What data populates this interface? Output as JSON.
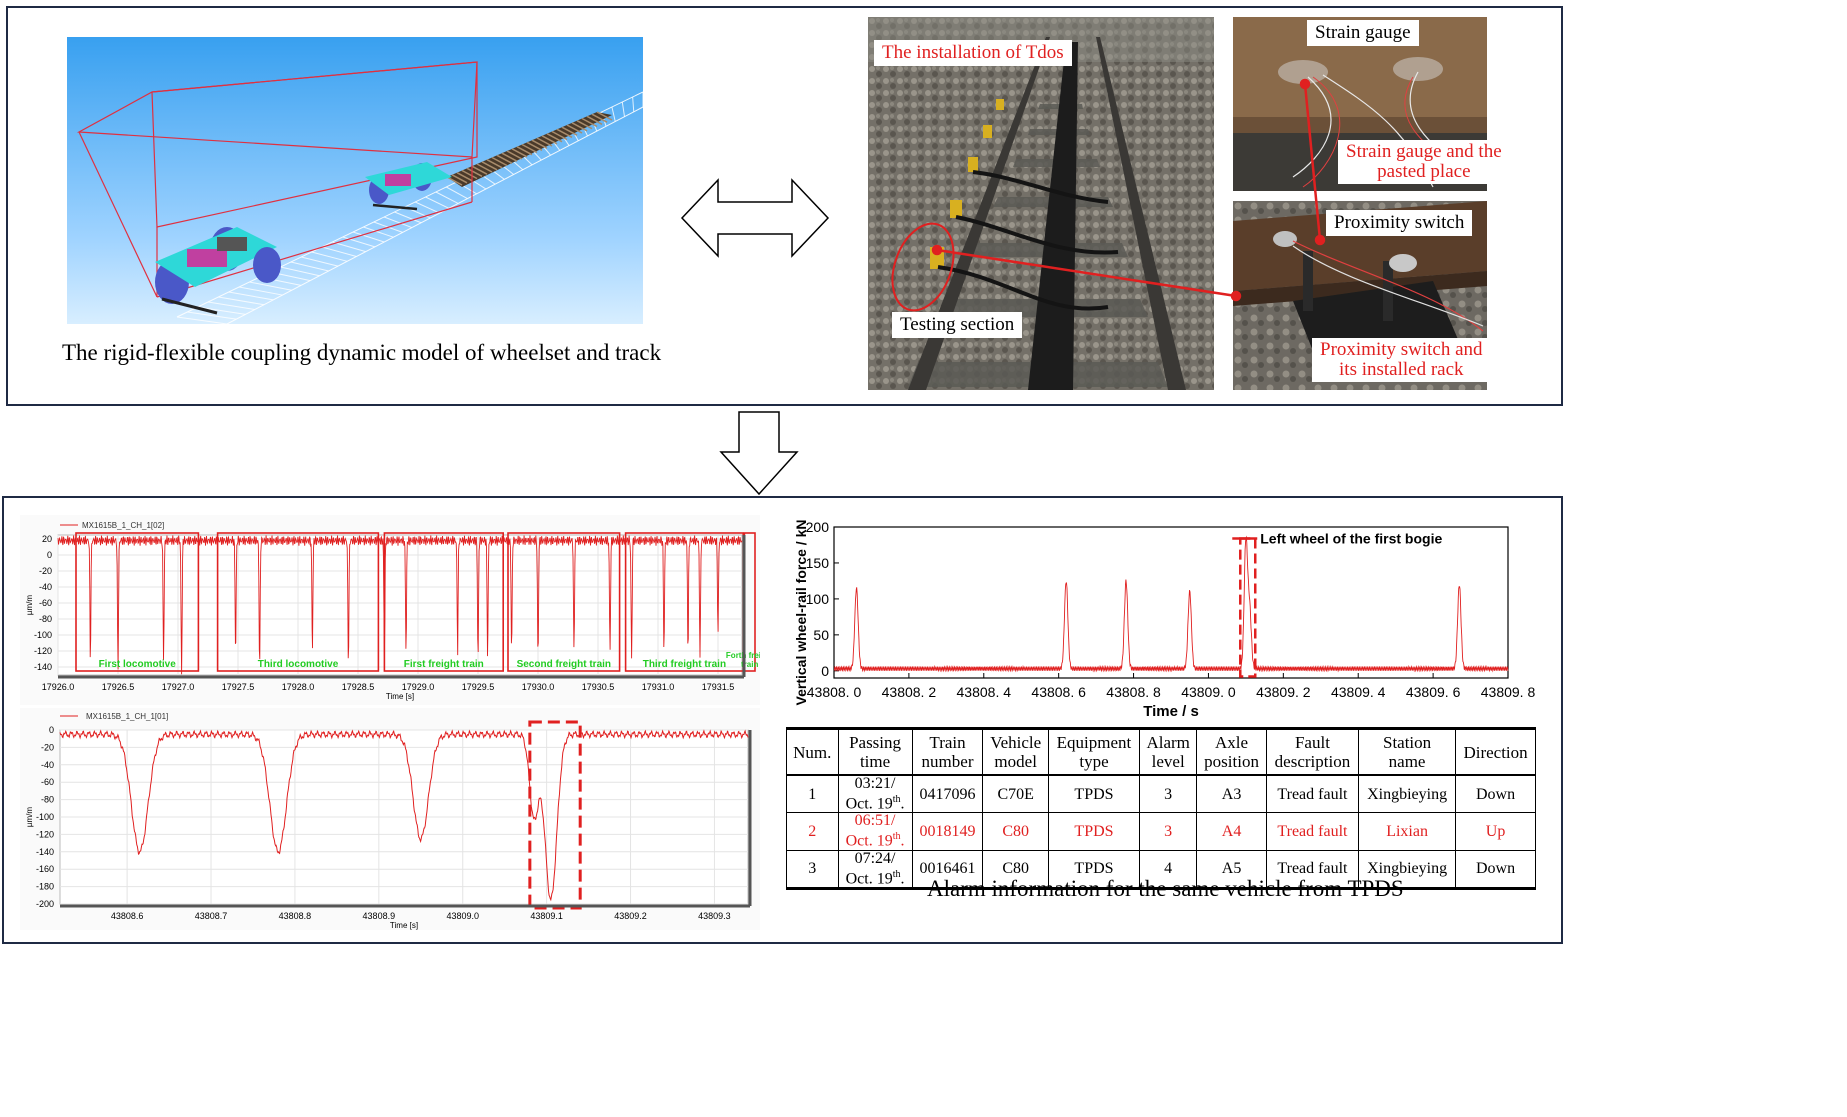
{
  "top_panel": {
    "model_caption": "The rigid-flexible coupling dynamic model of wheelset and track",
    "photo_labels": {
      "installation": "The installation of  Tdos",
      "testing_section": "Testing section",
      "strain_gauge": "Strain gauge",
      "strain_gauge_place": [
        "Strain gauge and the",
        "pasted place"
      ],
      "proximity_switch": "Proximity switch",
      "proximity_rack": [
        "Proximity switch and",
        "its installed rack"
      ]
    }
  },
  "bottom_panel": {
    "alarm_caption": "Alarm information for the same vehicle from TPDS",
    "colors": {
      "signal": "#e02020",
      "frame": "#1f2a44",
      "trace_green": "#22cc22"
    }
  },
  "chart_data": [
    {
      "id": "strain_overview",
      "type": "line",
      "legend": "MX1615B_1_CH_1[02]",
      "xlabel": "Time  [s]",
      "ylabel": "µm/m",
      "xlim": [
        17926.0,
        17931.7
      ],
      "ylim": [
        -150,
        25
      ],
      "x_ticks": [
        "17926.0",
        "17926.5",
        "17927.0",
        "17927.5",
        "17928.0",
        "17928.5",
        "17929.0",
        "17929.5",
        "17930.0",
        "17930.5",
        "17931.0",
        "17931.5"
      ],
      "y_ticks": [
        20,
        0,
        -20,
        -40,
        -60,
        -80,
        -100,
        -120,
        -140
      ],
      "baseline": 18,
      "dips": [
        {
          "x": 17926.27,
          "y": -130
        },
        {
          "x": 17926.5,
          "y": -140
        },
        {
          "x": 17926.88,
          "y": -130
        },
        {
          "x": 17927.03,
          "y": -148
        },
        {
          "x": 17927.48,
          "y": -125
        },
        {
          "x": 17927.68,
          "y": -140
        },
        {
          "x": 17928.12,
          "y": -120
        },
        {
          "x": 17928.42,
          "y": -135
        },
        {
          "x": 17928.72,
          "y": -125
        },
        {
          "x": 17928.9,
          "y": -120
        },
        {
          "x": 17929.33,
          "y": -120
        },
        {
          "x": 17929.5,
          "y": -130
        },
        {
          "x": 17929.58,
          "y": -130
        },
        {
          "x": 17929.78,
          "y": -118
        },
        {
          "x": 17930.0,
          "y": -130
        },
        {
          "x": 17930.3,
          "y": -120
        },
        {
          "x": 17930.6,
          "y": -120
        },
        {
          "x": 17930.78,
          "y": -130
        },
        {
          "x": 17931.05,
          "y": -120
        },
        {
          "x": 17931.25,
          "y": -120
        },
        {
          "x": 17931.35,
          "y": -125
        },
        {
          "x": 17931.5,
          "y": -100
        }
      ],
      "segments": [
        {
          "label": "First locomotive",
          "x0": 17926.15,
          "x1": 17927.17
        },
        {
          "label": "Third locomotive",
          "x0": 17927.33,
          "x1": 17928.67
        },
        {
          "label": "First freight train",
          "x0": 17928.72,
          "x1": 17929.71
        },
        {
          "label": "Second freight train",
          "x0": 17929.75,
          "x1": 17930.68
        },
        {
          "label": "Third freight train",
          "x0": 17930.73,
          "x1": 17931.71
        },
        {
          "label": "Forth freight train",
          "x0": 17931.72,
          "x1": 17932.1
        }
      ]
    },
    {
      "id": "strain_zoom",
      "type": "line",
      "legend": "MX1615B_1_CH_1[01]",
      "xlabel": "Time  [s]",
      "ylabel": "µm/m",
      "xlim": [
        43808.52,
        43809.34
      ],
      "ylim": [
        -200,
        0
      ],
      "x_ticks": [
        "43808.6",
        "43808.7",
        "43808.8",
        "43808.9",
        "43809.0",
        "43809.1",
        "43809.2",
        "43809.3"
      ],
      "y_ticks": [
        0,
        -20,
        -40,
        -60,
        -80,
        -100,
        -120,
        -140,
        -160,
        -180,
        -200
      ],
      "baseline": -5,
      "dips": [
        {
          "x": 43808.615,
          "y": -140,
          "w": 0.028
        },
        {
          "x": 43808.78,
          "y": -140,
          "w": 0.028
        },
        {
          "x": 43808.95,
          "y": -125,
          "w": 0.026
        },
        {
          "x": 43809.105,
          "y": -195,
          "w": 0.02
        },
        {
          "x": 43809.085,
          "y": -100,
          "w": 0.015
        }
      ],
      "highlight_x": [
        43809.08,
        43809.14
      ]
    },
    {
      "id": "force",
      "type": "line",
      "xlabel": "Time  / s",
      "ylabel": "Vertical wheel-rail force / kN",
      "xlim": [
        43808.0,
        43809.8
      ],
      "ylim": [
        -10,
        200
      ],
      "x_ticks": [
        "43808.0",
        "43808.2",
        "43808.4",
        "43808.6",
        "43808.8",
        "43809.0",
        "43809.2",
        "43809.4",
        "43809.6",
        "43809.8"
      ],
      "y_ticks": [
        200,
        150,
        100,
        50,
        0
      ],
      "baseline": 3,
      "peaks": [
        {
          "x": 43808.06,
          "y": 115
        },
        {
          "x": 43808.62,
          "y": 125
        },
        {
          "x": 43808.78,
          "y": 125
        },
        {
          "x": 43808.95,
          "y": 110
        },
        {
          "x": 43809.1,
          "y": 180
        },
        {
          "x": 43809.11,
          "y": 85
        },
        {
          "x": 43809.67,
          "y": 120
        }
      ],
      "highlight_x": [
        43809.085,
        43809.125
      ],
      "annotation": "Left wheel of the first bogie"
    }
  ],
  "alarm_table": {
    "headers": [
      [
        "Num."
      ],
      [
        "Passing",
        "time"
      ],
      [
        "Train",
        "number"
      ],
      [
        "Vehicle",
        "model"
      ],
      [
        "Equipment",
        "type"
      ],
      [
        "Alarm",
        "level"
      ],
      [
        "Axle",
        "position"
      ],
      [
        "Fault",
        "description"
      ],
      [
        "Station",
        "name"
      ],
      [
        "Direction"
      ]
    ],
    "rows": [
      {
        "num": "1",
        "time": "03:21/",
        "date": "Oct. 19",
        "train": "0417096",
        "model": "C70E",
        "equip": "TPDS",
        "level": "3",
        "axle": "A3",
        "fault": "Tread fault",
        "station": "Xingbieying",
        "dir": "Down",
        "highlight": false
      },
      {
        "num": "2",
        "time": "06:51/",
        "date": "Oct. 19",
        "train": "0018149",
        "model": "C80",
        "equip": "TPDS",
        "level": "3",
        "axle": "A4",
        "fault": "Tread fault",
        "station": "Lixian",
        "dir": "Up",
        "highlight": true
      },
      {
        "num": "3",
        "time": "07:24/",
        "date": "Oct. 19",
        "train": "0016461",
        "model": "C80",
        "equip": "TPDS",
        "level": "4",
        "axle": "A5",
        "fault": "Tread fault",
        "station": "Xingbieying",
        "dir": "Down",
        "highlight": false
      }
    ],
    "date_suffix": "th"
  }
}
